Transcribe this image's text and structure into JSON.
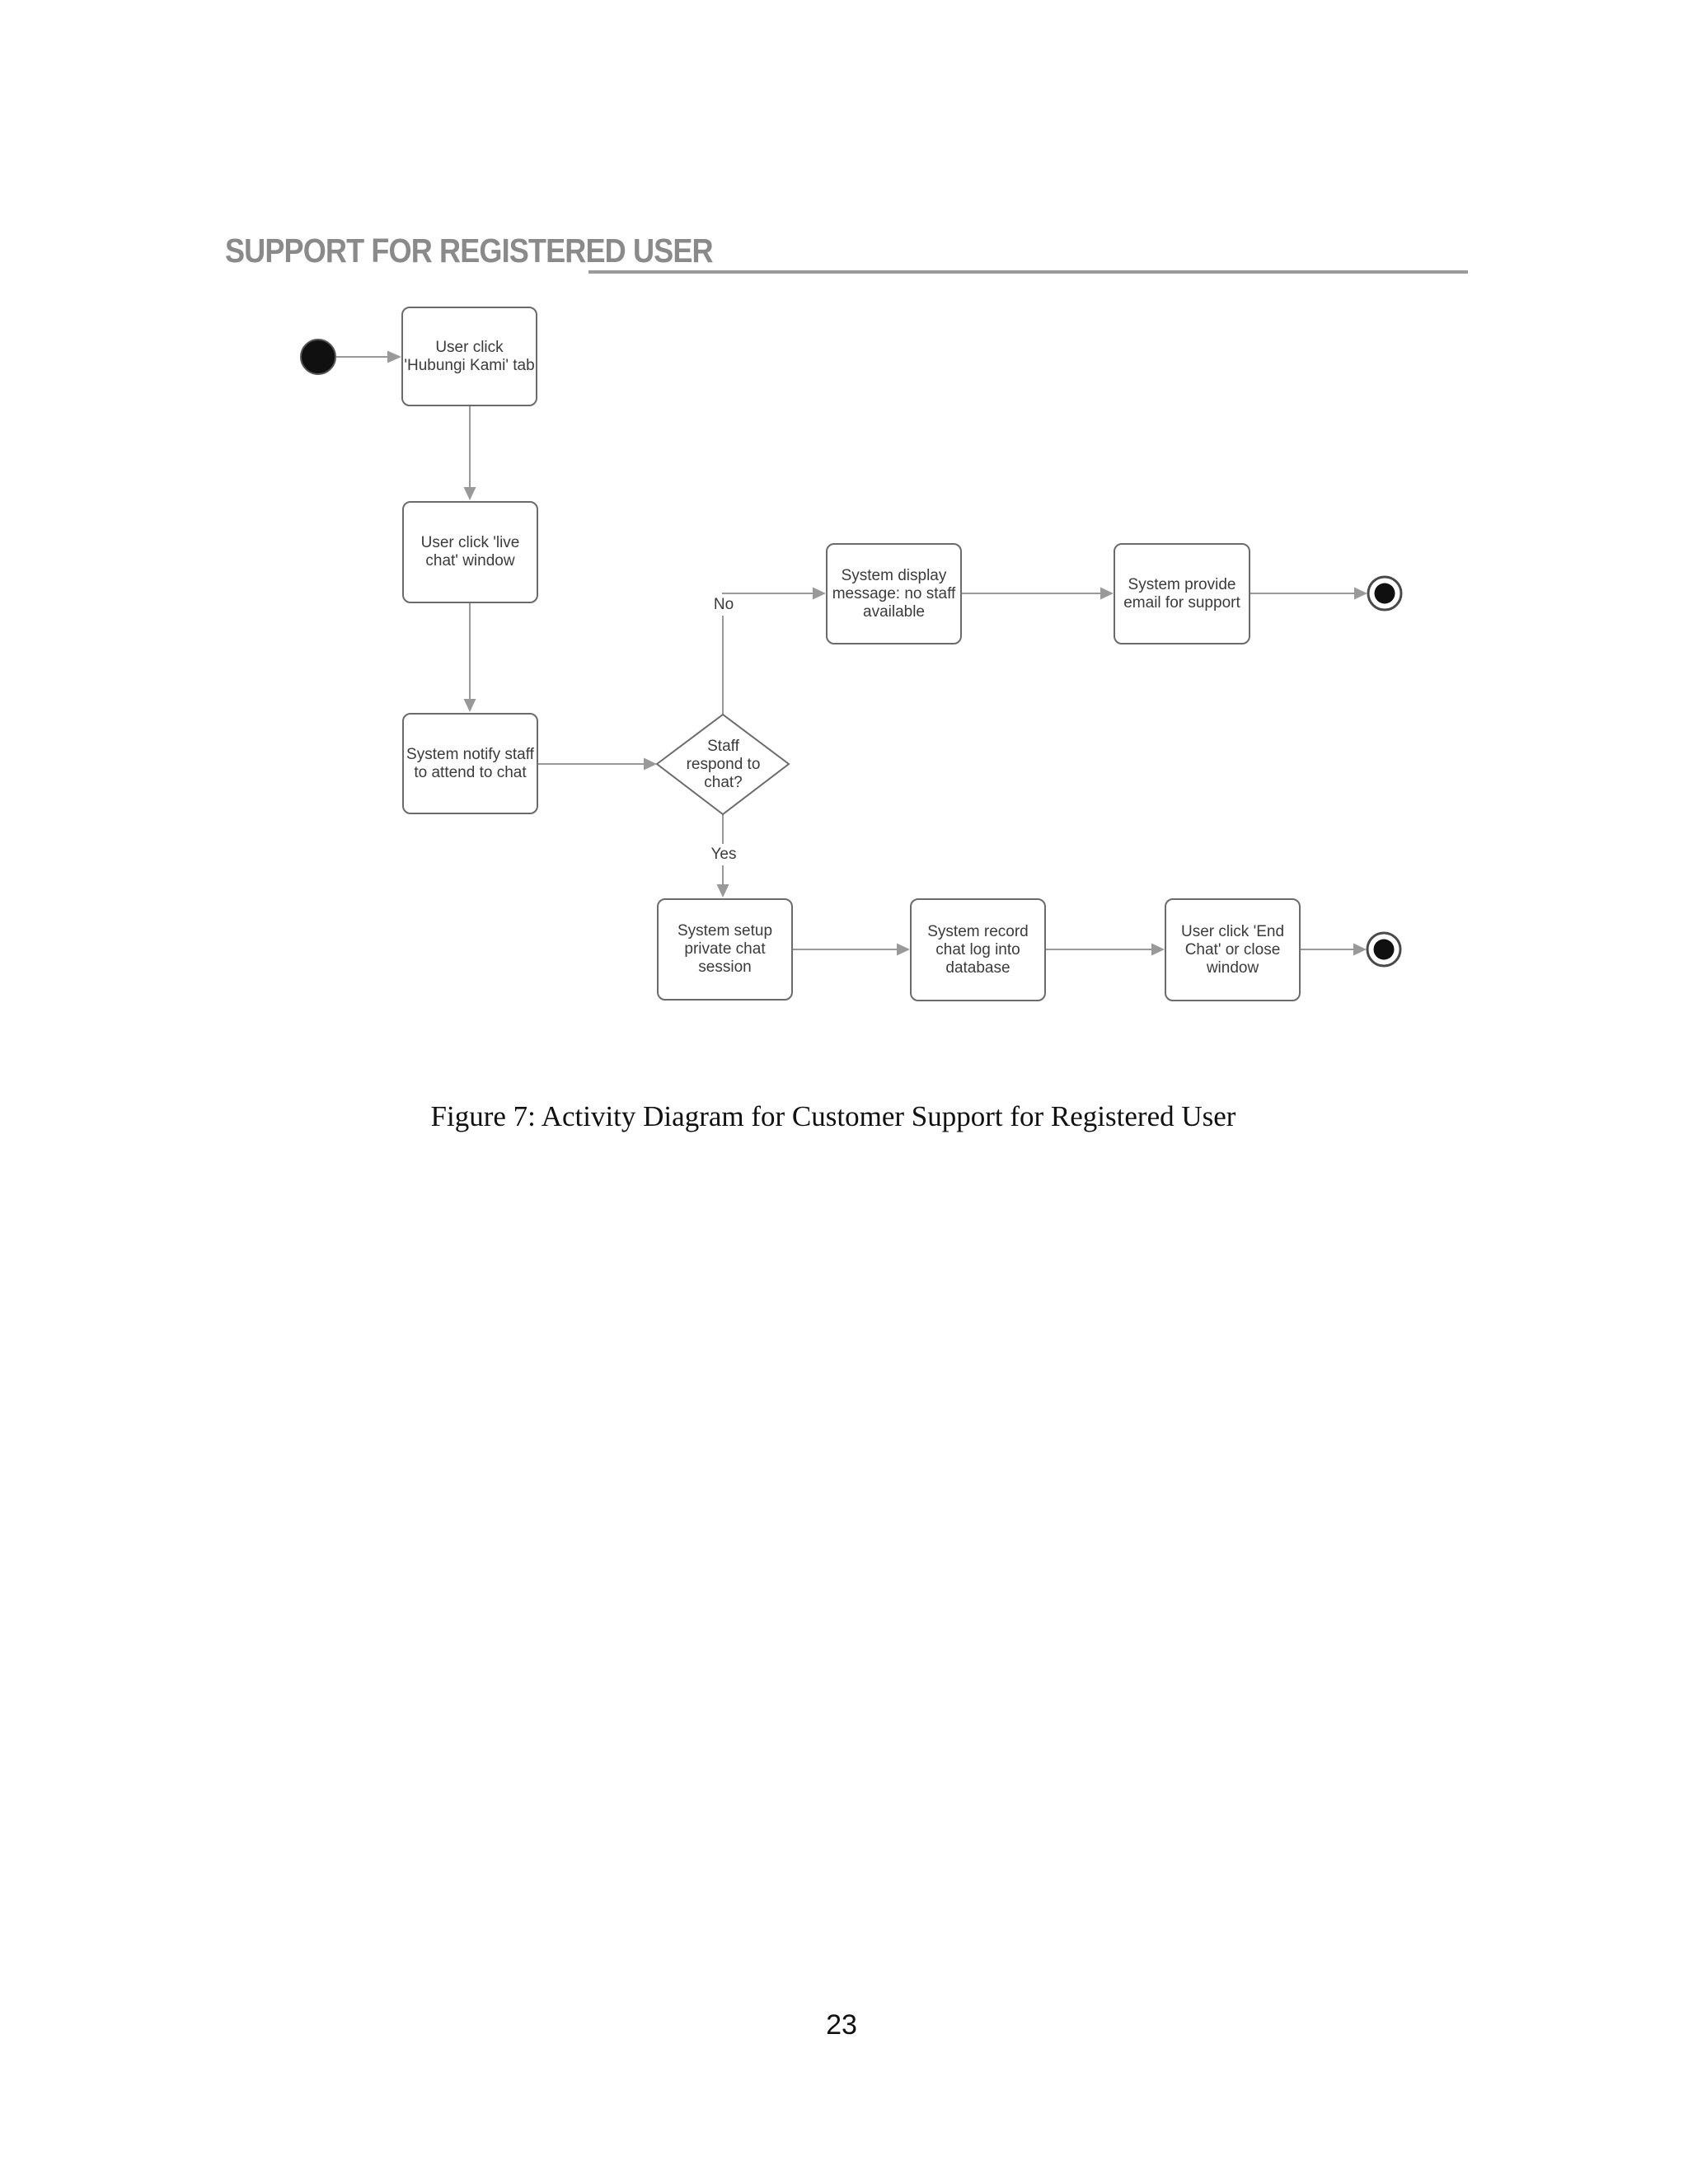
{
  "page": {
    "heading": "SUPPORT FOR REGISTERED USER",
    "caption": "Figure 7: Activity Diagram for Customer Support for Registered User",
    "page_number": "23"
  },
  "diagram": {
    "type": "uml-activity",
    "nodes": {
      "clickHubungi": {
        "label": "User click\n'Hubungi Kami' tab"
      },
      "clickLiveChat": {
        "label": "User click 'live\nchat' window"
      },
      "notifyStaff": {
        "label": "System notify staff\nto attend to chat"
      },
      "staffRespond": {
        "label": "Staff\nrespond to\nchat?"
      },
      "displayNoStaff": {
        "label": "System display\nmessage: no staff\navailable"
      },
      "provideEmail": {
        "label": "System provide\nemail for support"
      },
      "setupChat": {
        "label": "System setup\nprivate chat\nsession"
      },
      "recordLog": {
        "label": "System record\nchat log into\ndatabase"
      },
      "endChat": {
        "label": "User click 'End\nChat' or close\nwindow"
      }
    },
    "edge_labels": {
      "no": "No",
      "yes": "Yes"
    },
    "colors": {
      "node_border": "#6b6b6b",
      "connector": "#999999",
      "node_text": "#3b3b3b",
      "heading_text": "#8a8a8a",
      "node_fill": "#ffffff",
      "terminal_fill": "#101010"
    }
  }
}
